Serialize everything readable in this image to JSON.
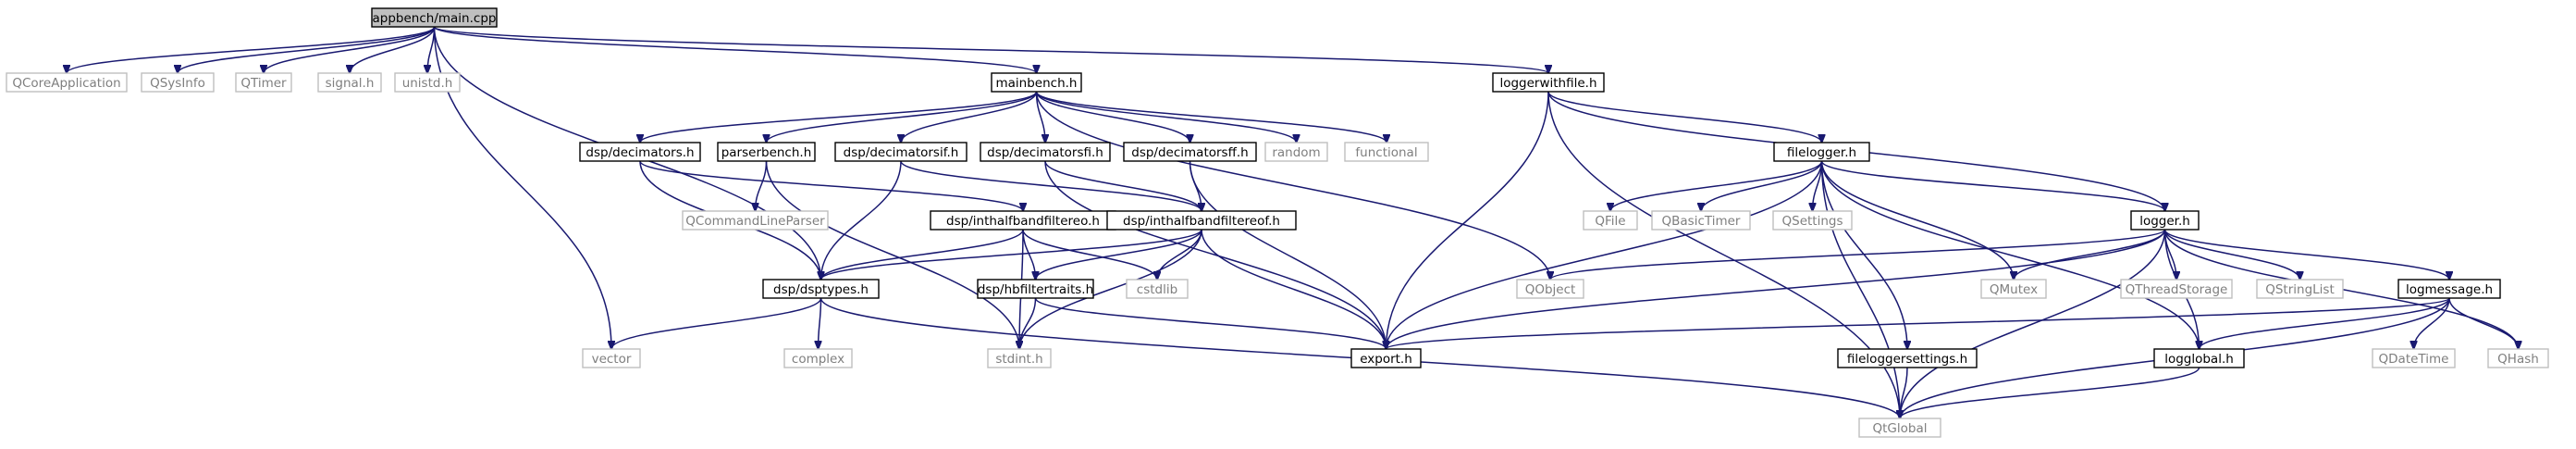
{
  "diagram": {
    "colors": {
      "edge": "#191970",
      "node_border": "#000000",
      "external_border": "#bfbfbf",
      "external_text": "#7f7f7f",
      "root_fill": "#bfbfbf",
      "background": "#ffffff"
    },
    "nodes": [
      {
        "id": "main",
        "label": "appbench/main.cpp",
        "kind": "root"
      },
      {
        "id": "qcoreapp",
        "label": "QCoreApplication",
        "kind": "external"
      },
      {
        "id": "qsysinfo",
        "label": "QSysInfo",
        "kind": "external"
      },
      {
        "id": "qtimer",
        "label": "QTimer",
        "kind": "external"
      },
      {
        "id": "signal",
        "label": "signal.h",
        "kind": "external"
      },
      {
        "id": "unistd",
        "label": "unistd.h",
        "kind": "external"
      },
      {
        "id": "mainbench",
        "label": "mainbench.h",
        "kind": "file"
      },
      {
        "id": "loggerwithfile",
        "label": "loggerwithfile.h",
        "kind": "file"
      },
      {
        "id": "decimators",
        "label": "dsp/decimators.h",
        "kind": "file"
      },
      {
        "id": "parserbench",
        "label": "parserbench.h",
        "kind": "file"
      },
      {
        "id": "decimatorsif",
        "label": "dsp/decimatorsif.h",
        "kind": "file"
      },
      {
        "id": "decimatorsfi",
        "label": "dsp/decimatorsfi.h",
        "kind": "file"
      },
      {
        "id": "decimatorsff",
        "label": "dsp/decimatorsff.h",
        "kind": "file"
      },
      {
        "id": "random",
        "label": "random",
        "kind": "external"
      },
      {
        "id": "functional",
        "label": "functional",
        "kind": "external"
      },
      {
        "id": "filelogger",
        "label": "filelogger.h",
        "kind": "file"
      },
      {
        "id": "qcmdparser",
        "label": "QCommandLineParser",
        "kind": "external"
      },
      {
        "id": "inthalfbandeo",
        "label": "dsp/inthalfbandfiltereo.h",
        "kind": "file"
      },
      {
        "id": "inthalfbandeof",
        "label": "dsp/inthalfbandfiltereof.h",
        "kind": "file"
      },
      {
        "id": "qfile",
        "label": "QFile",
        "kind": "external"
      },
      {
        "id": "qbasictimer",
        "label": "QBasicTimer",
        "kind": "external"
      },
      {
        "id": "qsettings",
        "label": "QSettings",
        "kind": "external"
      },
      {
        "id": "logger",
        "label": "logger.h",
        "kind": "file"
      },
      {
        "id": "dsptypes",
        "label": "dsp/dsptypes.h",
        "kind": "file"
      },
      {
        "id": "hbfiltertraits",
        "label": "dsp/hbfiltertraits.h",
        "kind": "file"
      },
      {
        "id": "cstdlib",
        "label": "cstdlib",
        "kind": "external"
      },
      {
        "id": "qobject",
        "label": "QObject",
        "kind": "external"
      },
      {
        "id": "qmutex",
        "label": "QMutex",
        "kind": "external"
      },
      {
        "id": "qthreadstorage",
        "label": "QThreadStorage",
        "kind": "external"
      },
      {
        "id": "qstringlist",
        "label": "QStringList",
        "kind": "external"
      },
      {
        "id": "logmessage",
        "label": "logmessage.h",
        "kind": "file"
      },
      {
        "id": "vector",
        "label": "vector",
        "kind": "external"
      },
      {
        "id": "complex",
        "label": "complex",
        "kind": "external"
      },
      {
        "id": "stdint",
        "label": "stdint.h",
        "kind": "external"
      },
      {
        "id": "export",
        "label": "export.h",
        "kind": "file"
      },
      {
        "id": "fileloggersettings",
        "label": "fileloggersettings.h",
        "kind": "file"
      },
      {
        "id": "logglobal",
        "label": "logglobal.h",
        "kind": "file"
      },
      {
        "id": "qdatetime",
        "label": "QDateTime",
        "kind": "external"
      },
      {
        "id": "qhash",
        "label": "QHash",
        "kind": "external"
      },
      {
        "id": "qtglobal",
        "label": "QtGlobal",
        "kind": "external"
      }
    ],
    "edges": [
      [
        "main",
        "qcoreapp"
      ],
      [
        "main",
        "qsysinfo"
      ],
      [
        "main",
        "qtimer"
      ],
      [
        "main",
        "signal"
      ],
      [
        "main",
        "unistd"
      ],
      [
        "main",
        "mainbench"
      ],
      [
        "main",
        "loggerwithfile"
      ],
      [
        "main",
        "dsptypes"
      ],
      [
        "main",
        "vector"
      ],
      [
        "mainbench",
        "decimators"
      ],
      [
        "mainbench",
        "parserbench"
      ],
      [
        "mainbench",
        "decimatorsif"
      ],
      [
        "mainbench",
        "decimatorsfi"
      ],
      [
        "mainbench",
        "decimatorsff"
      ],
      [
        "mainbench",
        "random"
      ],
      [
        "mainbench",
        "functional"
      ],
      [
        "mainbench",
        "qobject"
      ],
      [
        "loggerwithfile",
        "filelogger"
      ],
      [
        "loggerwithfile",
        "logger"
      ],
      [
        "loggerwithfile",
        "export"
      ],
      [
        "loggerwithfile",
        "qtglobal"
      ],
      [
        "decimators",
        "dsptypes"
      ],
      [
        "decimators",
        "inthalfbandeo"
      ],
      [
        "parserbench",
        "qcmdparser"
      ],
      [
        "parserbench",
        "stdint"
      ],
      [
        "decimatorsif",
        "dsptypes"
      ],
      [
        "decimatorsif",
        "inthalfbandeof"
      ],
      [
        "decimatorsfi",
        "inthalfbandeof"
      ],
      [
        "decimatorsfi",
        "export"
      ],
      [
        "decimatorsff",
        "inthalfbandeof"
      ],
      [
        "decimatorsff",
        "export"
      ],
      [
        "inthalfbandeo",
        "dsptypes"
      ],
      [
        "inthalfbandeo",
        "hbfiltertraits"
      ],
      [
        "inthalfbandeo",
        "stdint"
      ],
      [
        "inthalfbandeo",
        "cstdlib"
      ],
      [
        "inthalfbandeof",
        "dsptypes"
      ],
      [
        "inthalfbandeof",
        "hbfiltertraits"
      ],
      [
        "inthalfbandeof",
        "cstdlib"
      ],
      [
        "inthalfbandeof",
        "stdint"
      ],
      [
        "inthalfbandeof",
        "export"
      ],
      [
        "hbfiltertraits",
        "stdint"
      ],
      [
        "hbfiltertraits",
        "export"
      ],
      [
        "dsptypes",
        "vector"
      ],
      [
        "dsptypes",
        "complex"
      ],
      [
        "dsptypes",
        "qtglobal"
      ],
      [
        "filelogger",
        "qfile"
      ],
      [
        "filelogger",
        "qbasictimer"
      ],
      [
        "filelogger",
        "qsettings"
      ],
      [
        "filelogger",
        "qmutex"
      ],
      [
        "filelogger",
        "logger"
      ],
      [
        "filelogger",
        "export"
      ],
      [
        "filelogger",
        "fileloggersettings"
      ],
      [
        "filelogger",
        "logglobal"
      ],
      [
        "filelogger",
        "qtglobal"
      ],
      [
        "logger",
        "qobject"
      ],
      [
        "logger",
        "qmutex"
      ],
      [
        "logger",
        "qthreadstorage"
      ],
      [
        "logger",
        "qstringlist"
      ],
      [
        "logger",
        "logmessage"
      ],
      [
        "logger",
        "export"
      ],
      [
        "logger",
        "logglobal"
      ],
      [
        "logger",
        "qhash"
      ],
      [
        "logger",
        "qtglobal"
      ],
      [
        "logmessage",
        "export"
      ],
      [
        "logmessage",
        "logglobal"
      ],
      [
        "logmessage",
        "qdatetime"
      ],
      [
        "logmessage",
        "qhash"
      ],
      [
        "logmessage",
        "qtglobal"
      ],
      [
        "fileloggersettings",
        "qtglobal"
      ],
      [
        "logglobal",
        "qtglobal"
      ]
    ]
  }
}
